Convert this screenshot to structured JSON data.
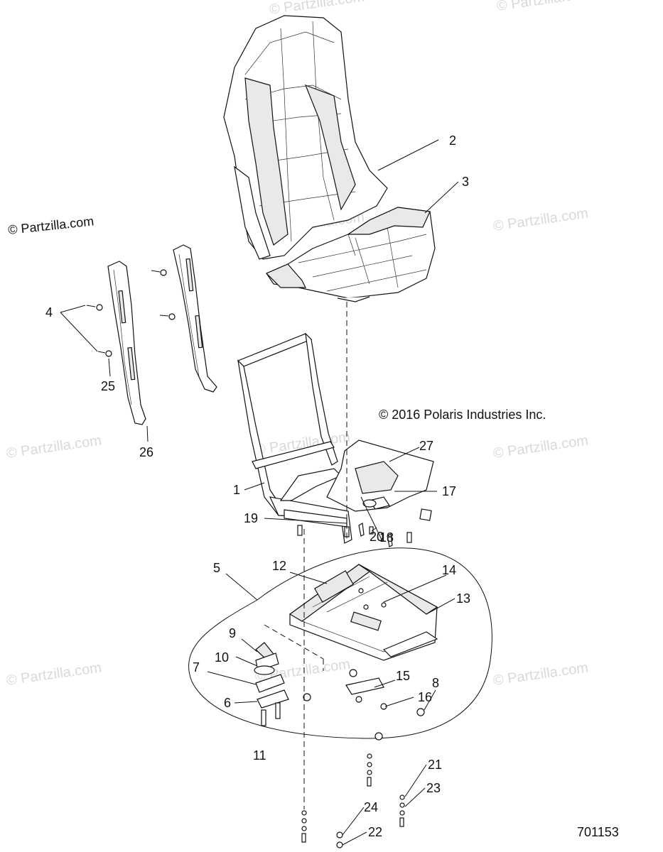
{
  "copyright_partzilla": "© Partzilla.com",
  "copyright_polaris": "© 2016 Polaris Industries Inc.",
  "diagram_number": "701153",
  "watermarks": [
    "© Partzilla.com",
    "© Partzilla.com",
    "© Partzilla.com",
    "© Partzilla.com",
    "© Partzilla.com",
    "© Partzilla.com",
    "© Partzilla.com",
    "© Partzilla.com",
    "© Partzilla.com",
    "© Partzilla.com"
  ],
  "callouts": [
    "2",
    "3",
    "4",
    "25",
    "26",
    "27",
    "17",
    "1",
    "19",
    "20",
    "18",
    "5",
    "12",
    "14",
    "13",
    "9",
    "10",
    "7",
    "6",
    "11",
    "15",
    "16",
    "8",
    "21",
    "23",
    "24",
    "22"
  ],
  "colors": {
    "line": "#111111",
    "watermark": "#d9d9d9",
    "background": "#ffffff"
  }
}
